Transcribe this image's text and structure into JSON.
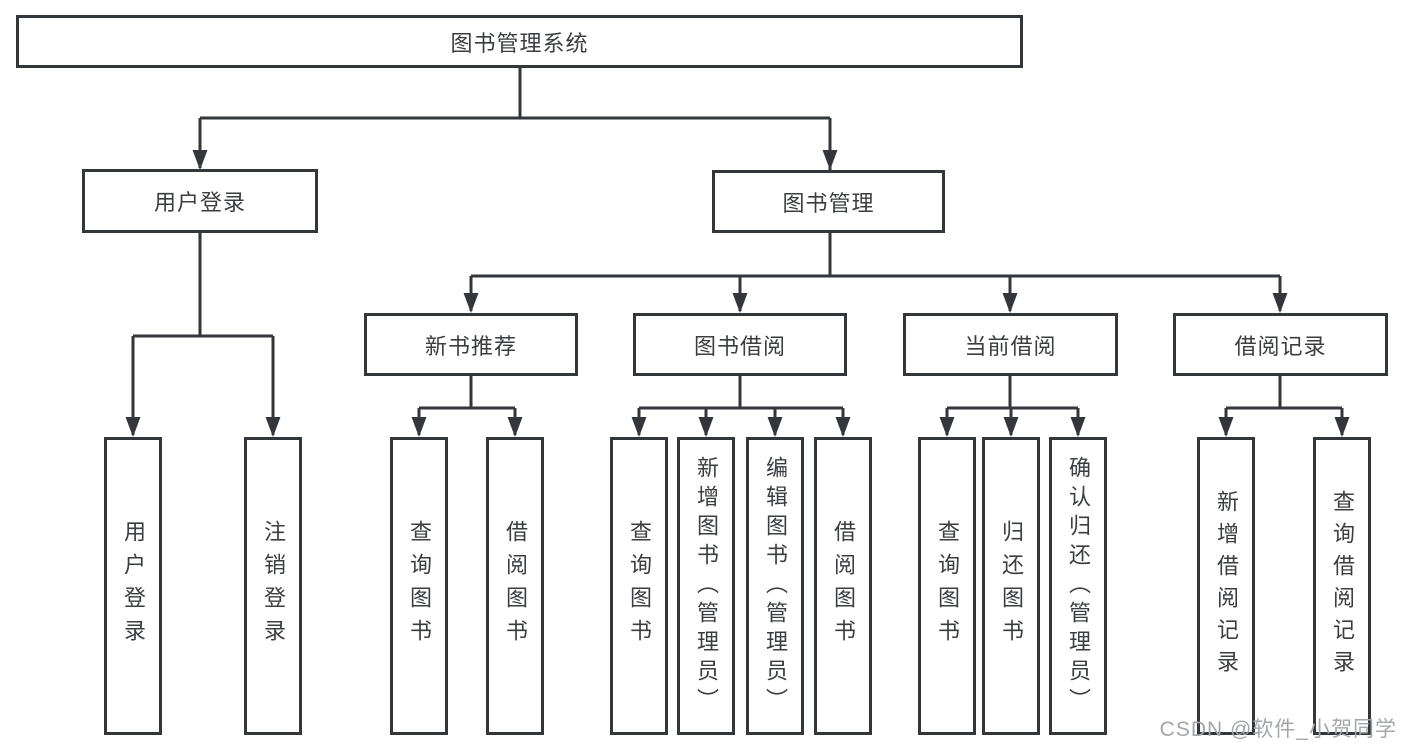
{
  "diagram": {
    "root": "图书管理系统",
    "level2": {
      "user_login": "用户登录",
      "book_management": "图书管理"
    },
    "level3": {
      "new_book_recommend": "新书推荐",
      "book_borrow": "图书借阅",
      "current_borrow": "当前借阅",
      "borrow_records": "借阅记录"
    },
    "leaves": {
      "user_login": "用户登录",
      "logout": "注销登录",
      "recommend_query_books": "查询图书",
      "recommend_borrow_books": "借阅图书",
      "borrow_query_books": "查询图书",
      "borrow_add_books": "新增图书（管理员）",
      "borrow_edit_books": "编辑图书（管理员）",
      "borrow_borrow_books": "借阅图书",
      "current_query_books": "查询图书",
      "current_return_books": "归还图书",
      "current_confirm_return": "确认归还（管理员）",
      "records_add_record": "新增借阅记录",
      "records_query_record": "查询借阅记录"
    }
  },
  "watermark": "CSDN @软件_小贺同学",
  "colors": {
    "line": "#33363b",
    "text": "#3a3d42",
    "watermark": "#a3a6aa"
  }
}
